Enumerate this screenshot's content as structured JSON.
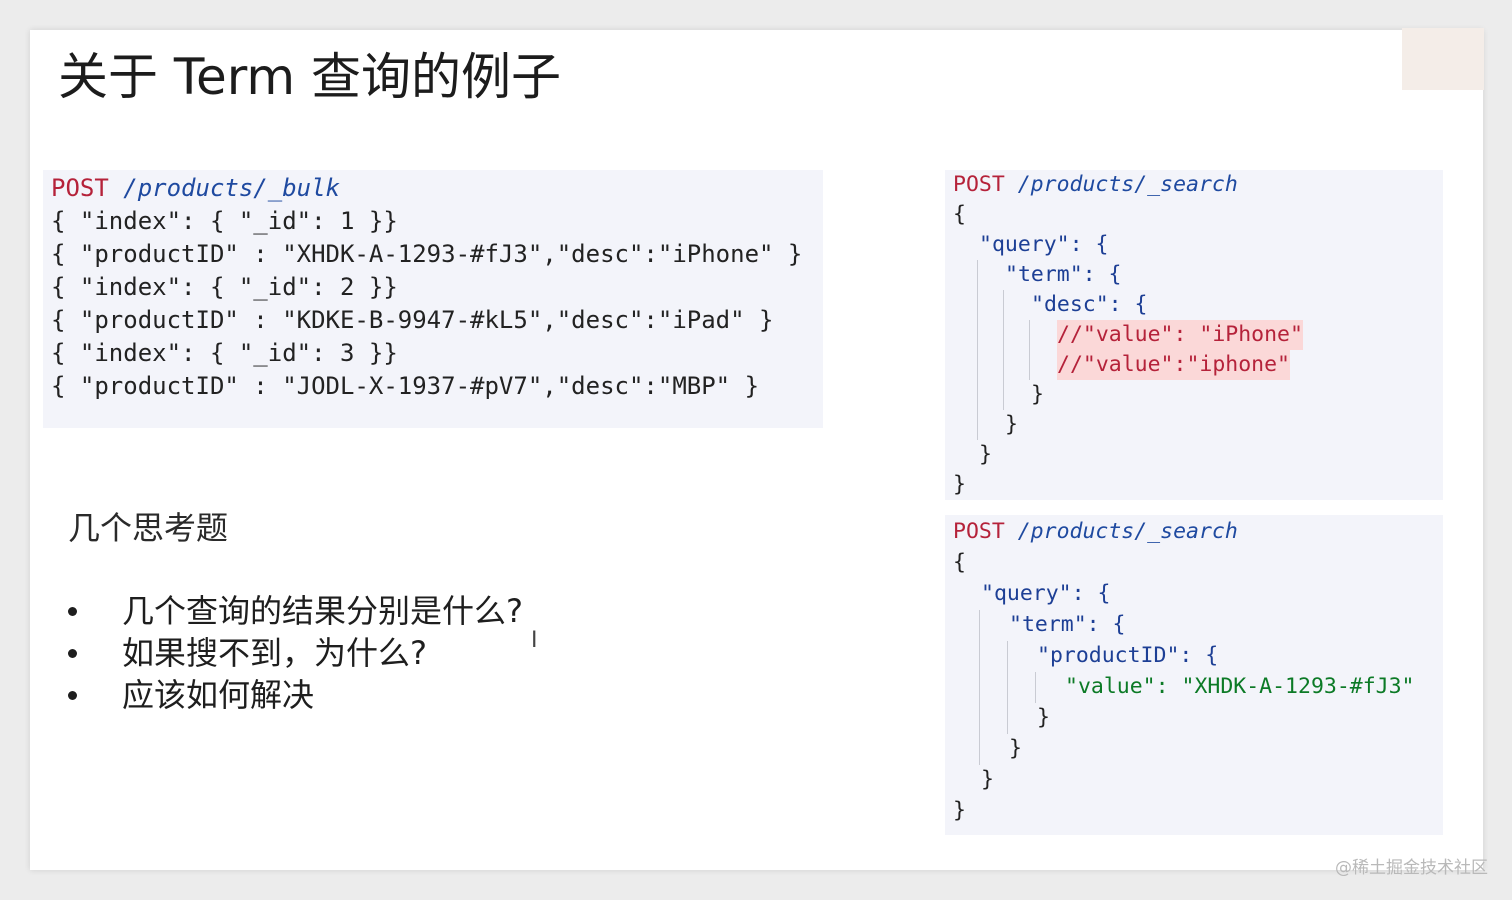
{
  "slide": {
    "title": "关于 Term 查询的例子"
  },
  "bulk_request": {
    "method": "POST",
    "path": "/products/_bulk",
    "lines": [
      "{ \"index\": { \"_id\": 1 }}",
      "{ \"productID\" : \"XHDK-A-1293-#fJ3\",\"desc\":\"iPhone\" }",
      "{ \"index\": { \"_id\": 2 }}",
      "{ \"productID\" : \"KDKE-B-9947-#kL5\",\"desc\":\"iPad\" }",
      "{ \"index\": { \"_id\": 3 }}",
      "{ \"productID\" : \"JODL-X-1937-#pV7\",\"desc\":\"MBP\" }"
    ]
  },
  "search_request_1": {
    "method": "POST",
    "path": "/products/_search",
    "lines": [
      "{",
      "\"query\": {",
      "\"term\": {",
      "\"desc\": {",
      "//\"value\": \"iPhone\"",
      "//\"value\":\"iphone\"",
      "}",
      "}",
      "}",
      "}"
    ]
  },
  "search_request_2": {
    "method": "POST",
    "path": "/products/_search",
    "lines": [
      "{",
      "\"query\": {",
      "\"term\": {",
      "\"productID\": {",
      "\"value\": \"XHDK-A-1293-#fJ3\"",
      "}",
      "}",
      "}",
      "}"
    ]
  },
  "questions": {
    "heading": "几个思考题",
    "items": [
      "几个查询的结果分别是什么?",
      "如果搜不到，为什么?",
      "应该如何解决"
    ]
  },
  "watermark": "@稀土掘金技术社区",
  "colors": {
    "keyword": "#b5223a",
    "key": "#1d3f95",
    "string": "#0c7a26",
    "highlight_bg": "#fbd8d8",
    "code_bg": "#f3f4fa"
  }
}
